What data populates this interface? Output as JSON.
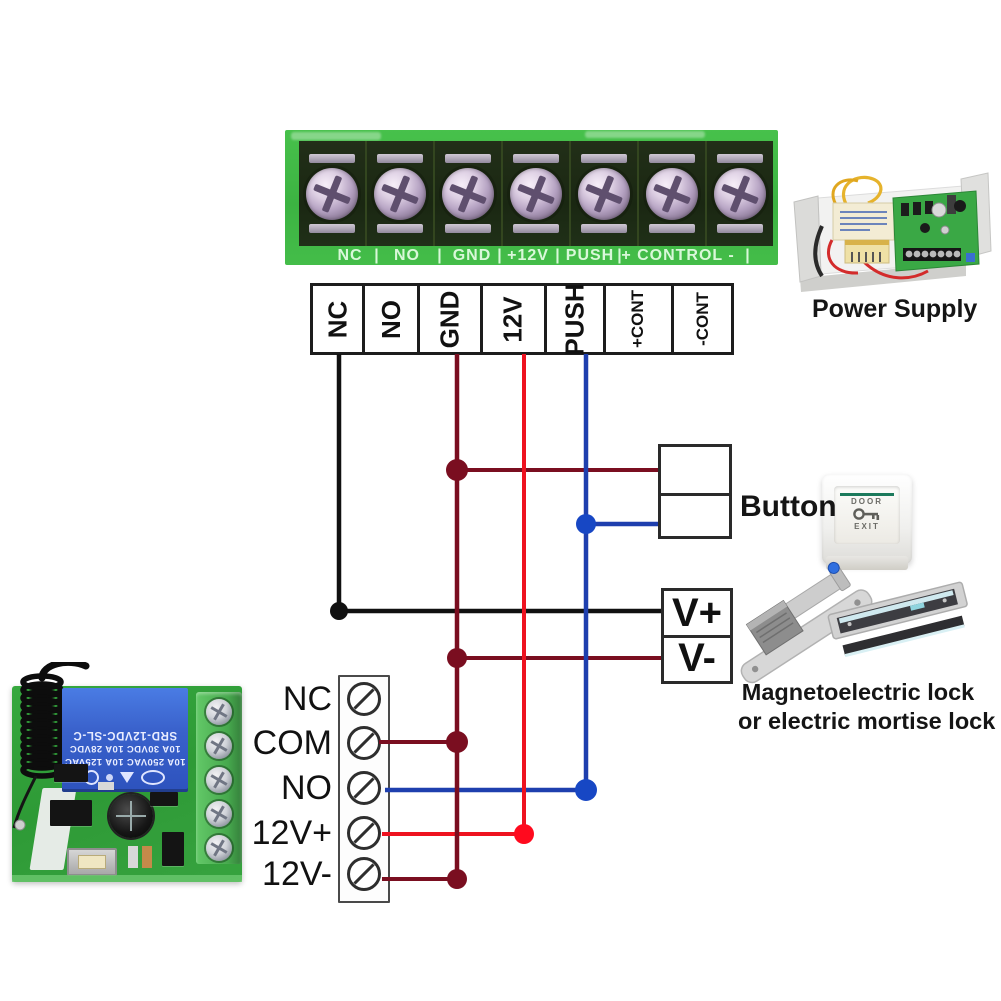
{
  "top_board": {
    "printed_labels": [
      "NC",
      "NO",
      "GND",
      "+12V",
      "PUSH",
      "+ CONTROL -"
    ],
    "separator": "|"
  },
  "terminal_row": {
    "labels": [
      "NC",
      "NO",
      "GND",
      "12V",
      "PUSH",
      "+CONT",
      "-CONT"
    ]
  },
  "power_supply": {
    "caption": "Power Supply"
  },
  "button_box": {
    "caption": "Button"
  },
  "exit_button": {
    "door": "DOOR",
    "exit": "EXIT"
  },
  "lock_box": {
    "vplus": "V+",
    "vminus": "V-"
  },
  "lock_caption": {
    "line1": "Magnetoelectric lock",
    "line2": "or electric mortise lock"
  },
  "receiver": {
    "terminal_labels": [
      "NC",
      "COM",
      "NO",
      "12V+",
      "12V-"
    ],
    "relay_lines": [
      "SRD-12VDC-SL-C",
      "10A 30VDC 10A 28VDC",
      "10A 250VAC 10A 125VAC"
    ]
  },
  "wire_colors": {
    "nc_wire": "#111111",
    "gnd_wire": "#7a0e20",
    "v12_wire": "#ee1220",
    "push_wire": "#1e3fae"
  }
}
